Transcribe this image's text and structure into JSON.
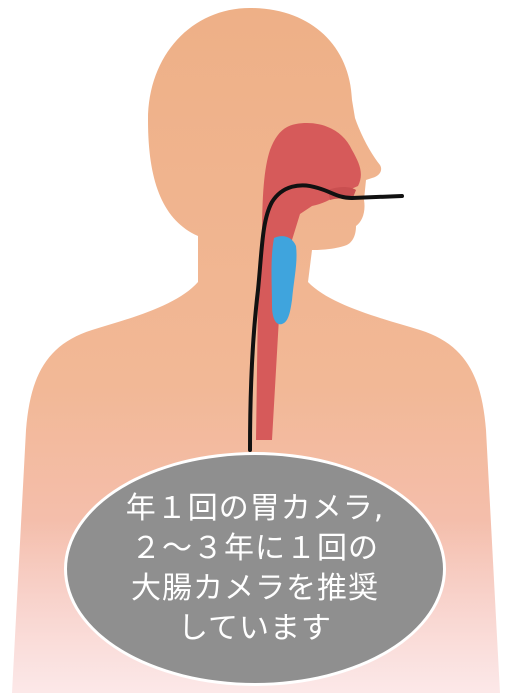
{
  "caption": {
    "lines": [
      "年１回の胃カメラ,",
      "２～３年に１回の",
      "大腸カメラを推奨",
      "しています"
    ]
  },
  "colors": {
    "skin_top": "#eeb087",
    "skin_bottom": "#f7c6c6",
    "throat_red": "#d65a5a",
    "airway_blue": "#3fa4dd",
    "scope_line": "#111111",
    "caption_bg": "#8f8f8f",
    "caption_text": "#ffffff"
  },
  "icons": {
    "body": "human-upper-body-silhouette",
    "throat": "pharynx-cross-section",
    "airway": "trachea",
    "scope": "endoscope-tube"
  }
}
